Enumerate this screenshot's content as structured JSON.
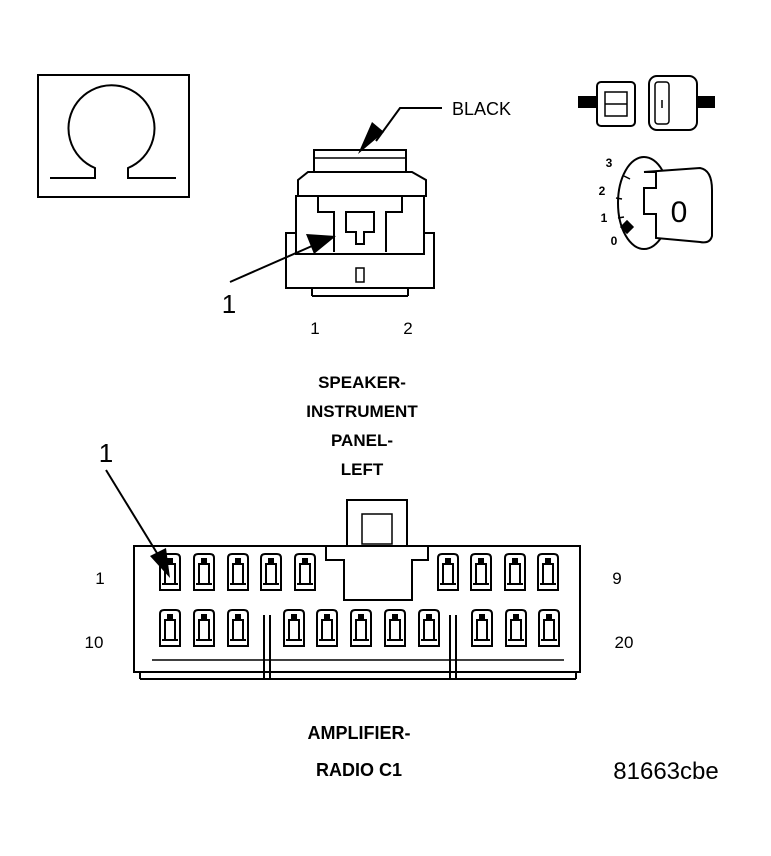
{
  "top_connector": {
    "color_label": "BLACK",
    "callout": "1",
    "pin_labels": [
      "1",
      "2"
    ],
    "name_lines": [
      "SPEAKER-",
      "INSTRUMENT",
      "PANEL-",
      "LEFT"
    ]
  },
  "bottom_connector": {
    "callout": "1",
    "pin_labels": {
      "top_left": "1",
      "top_right": "9",
      "bottom_left": "10",
      "bottom_right": "20"
    },
    "name_lines": [
      "AMPLIFIER-",
      "RADIO C1"
    ]
  },
  "meter_icon": {
    "symbol": "Ω",
    "name": "ohm-icon"
  },
  "ignition_icon": {
    "positions": [
      "3",
      "2",
      "1",
      "0"
    ],
    "key_label": "0"
  },
  "figure_id": "81663cbe"
}
